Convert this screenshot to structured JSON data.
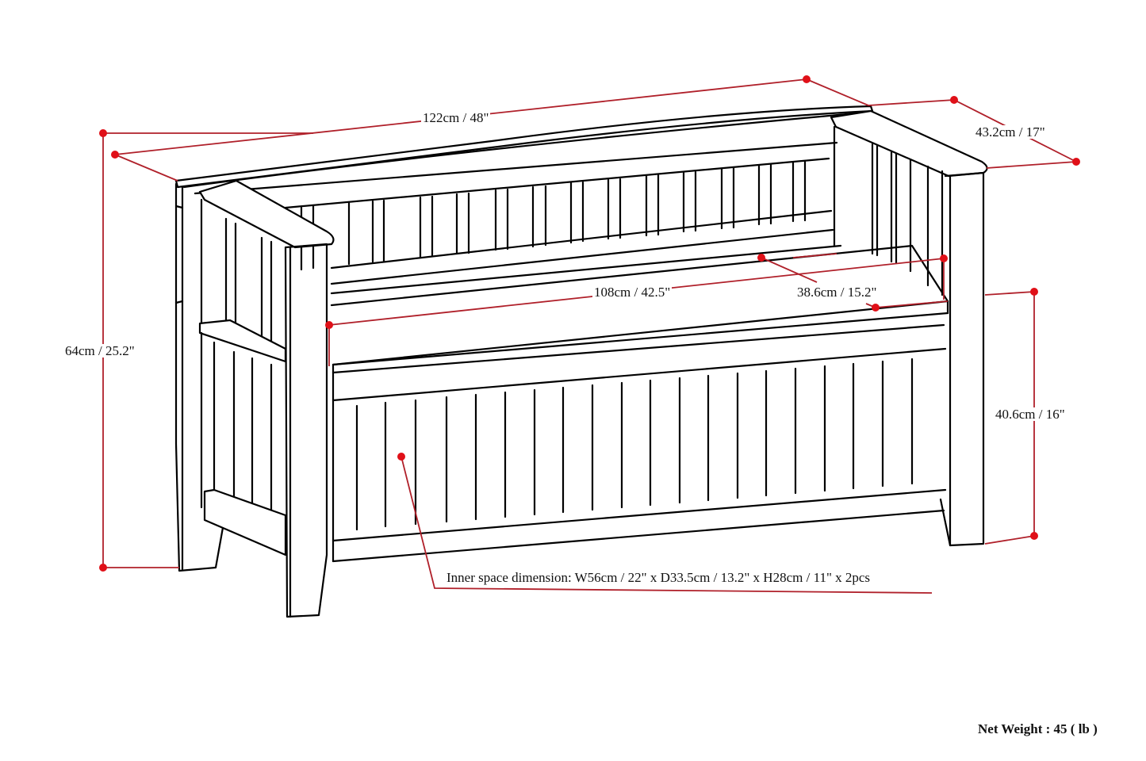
{
  "diagram": {
    "subject": "storage bench with slatted back, arms and lift-top storage",
    "colors": {
      "line": "#000000",
      "dimension_line": "#b0202a",
      "dimension_dot": "#e01018",
      "background": "#ffffff"
    },
    "dimensions": {
      "overall_width": "122cm / 48\"",
      "overall_depth": "43.2cm / 17\"",
      "overall_height": "64cm / 25.2\"",
      "seat_width": "108cm / 42.5\"",
      "seat_depth": "38.6cm / 15.2\"",
      "seat_height": "40.6cm / 16\"",
      "inner_space": "Inner space dimension: W56cm / 22\" x D33.5cm / 13.2\" x H28cm / 11\" x 2pcs"
    },
    "net_weight": "Net Weight : 45 ( lb )"
  }
}
